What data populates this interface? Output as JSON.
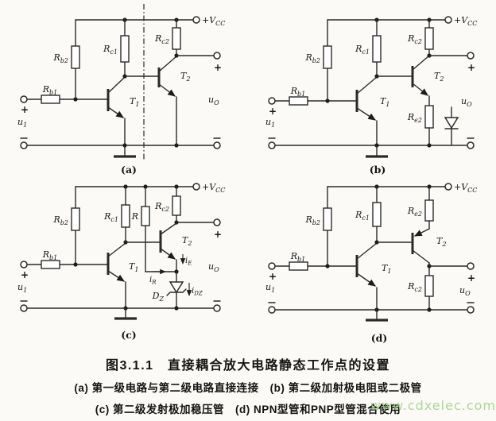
{
  "figure": {
    "title": "图3.1.1　直接耦合放大电路静态工作点的设置",
    "caption_line1": "(a) 第一级电路与第二级电路直接连接　(b) 第二级加射极电阻或二极管",
    "caption_line2": "(c) 第二级发射极加稳压管　(d) NPN型管和PNP型管混合使用",
    "watermark": "www.cdxelec.com"
  },
  "panel_labels": {
    "a": "(a)",
    "b": "(b)",
    "c": "(c)",
    "d": "(d)"
  },
  "supply": {
    "main": "+V",
    "sub": "CC"
  },
  "components": {
    "rb1": {
      "main": "R",
      "sub": "b1"
    },
    "rb2": {
      "main": "R",
      "sub": "b2"
    },
    "rc1": {
      "main": "R",
      "sub": "c1"
    },
    "rc2": {
      "main": "R",
      "sub": "c2"
    },
    "re2": {
      "main": "R",
      "sub": "e2"
    },
    "r": {
      "main": "R"
    },
    "t1": {
      "main": "T",
      "sub": "1"
    },
    "t2": {
      "main": "T",
      "sub": "2"
    },
    "dz": {
      "main": "D",
      "sub": "Z"
    }
  },
  "signals": {
    "u1": {
      "main": "u",
      "sub": "1"
    },
    "uo": {
      "main": "u",
      "sub": "O"
    },
    "ir": {
      "main": "i",
      "sub": "R"
    },
    "ie": {
      "main": "i",
      "sub": "E"
    },
    "idz": {
      "main": "i",
      "sub": "DZ"
    },
    "plus": "+"
  },
  "colors": {
    "paper": "#fbfaf6",
    "ink": "#2a2a2a",
    "watermark": "#9ed184"
  }
}
